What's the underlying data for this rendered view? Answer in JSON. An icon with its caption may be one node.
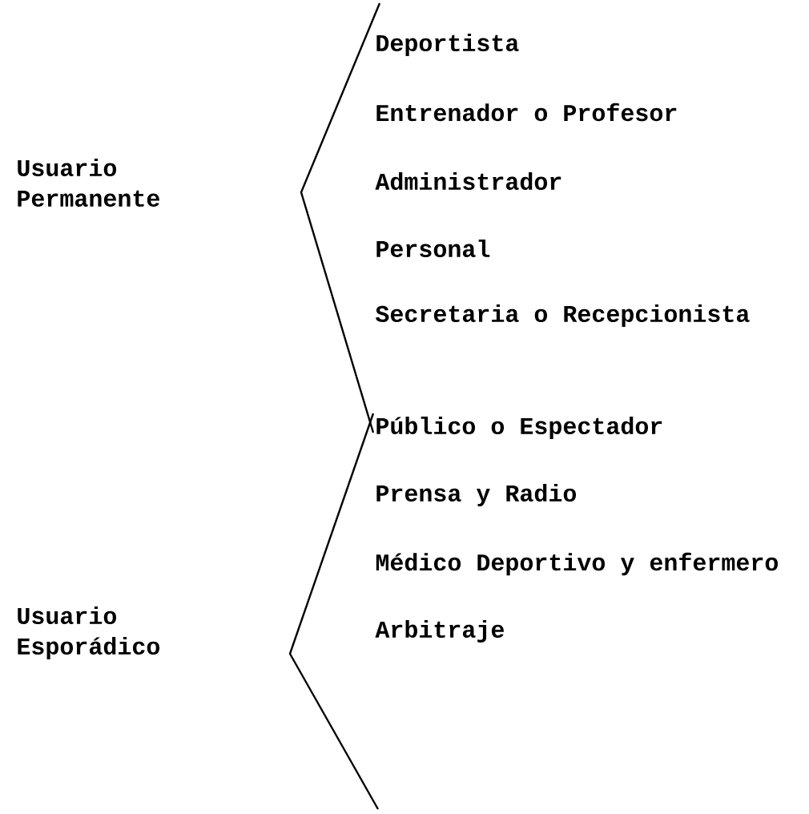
{
  "diagram": {
    "labels": [
      "Usuario Permanente",
      "Deportista",
      "Entrenador o Profesor",
      "Administrador",
      "Personal",
      "Secretaria o Recepcionista",
      "Usuario Esporádico",
      "Público o Espectador",
      "Prensa y Radio",
      "Médico Deportivo y enfermero",
      "Arbitraje"
    ]
  }
}
